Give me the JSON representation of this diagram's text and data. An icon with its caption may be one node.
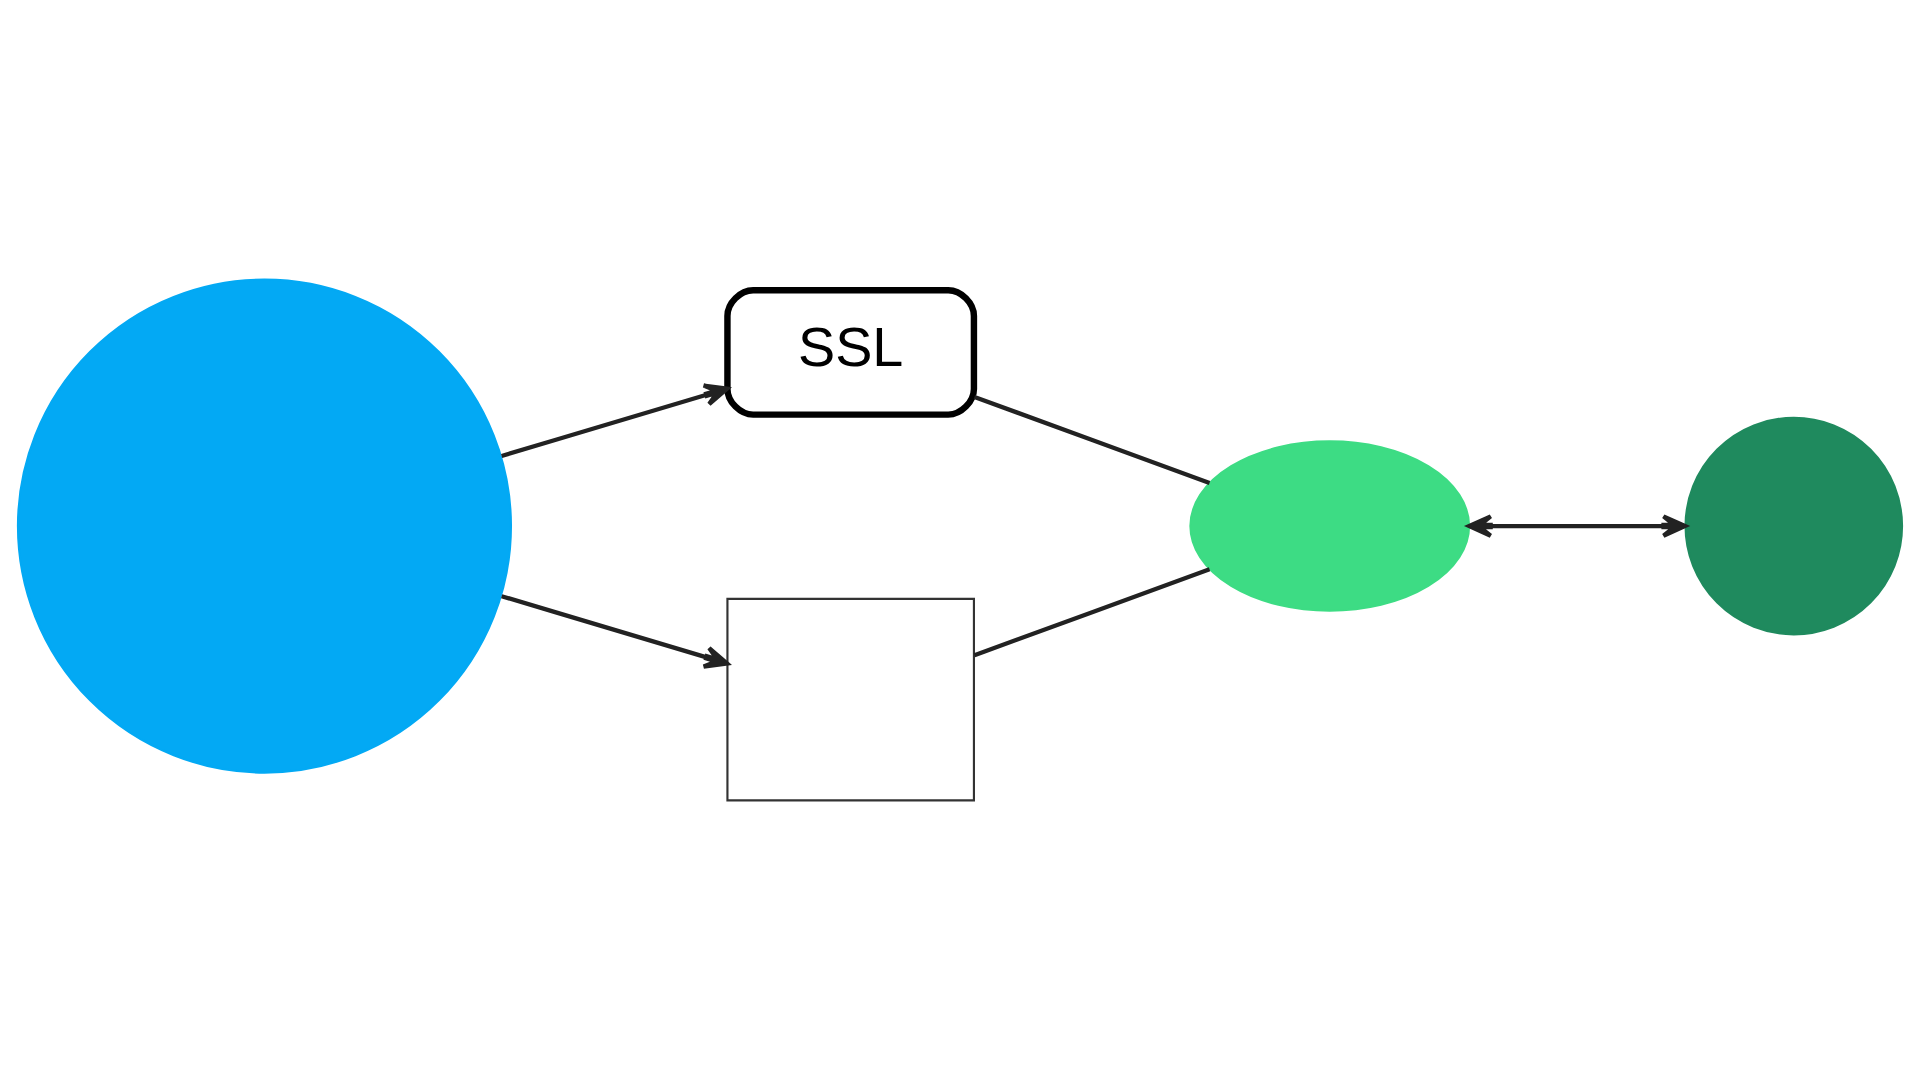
{
  "diagram": {
    "nodes": [
      {
        "text": [],
        "shape": "circle"
      },
      {
        "text": [
          "SSL"
        ]
      },
      {
        "text": [],
        "shape": "box"
      },
      {
        "text": [],
        "shape": "cloud"
      },
      {
        "text": [],
        "shape": "circle"
      }
    ],
    "edges": [
      {
        "from": 0,
        "to": 1,
        "arrow": "to"
      },
      {
        "from": 0,
        "to": 2,
        "arrow": "to"
      },
      {
        "from": 1,
        "to": 3,
        "arrow": "none"
      },
      {
        "from": 2,
        "to": 3,
        "arrow": "none"
      },
      {
        "from": 3,
        "to": 4,
        "arrow": "both"
      }
    ]
  }
}
